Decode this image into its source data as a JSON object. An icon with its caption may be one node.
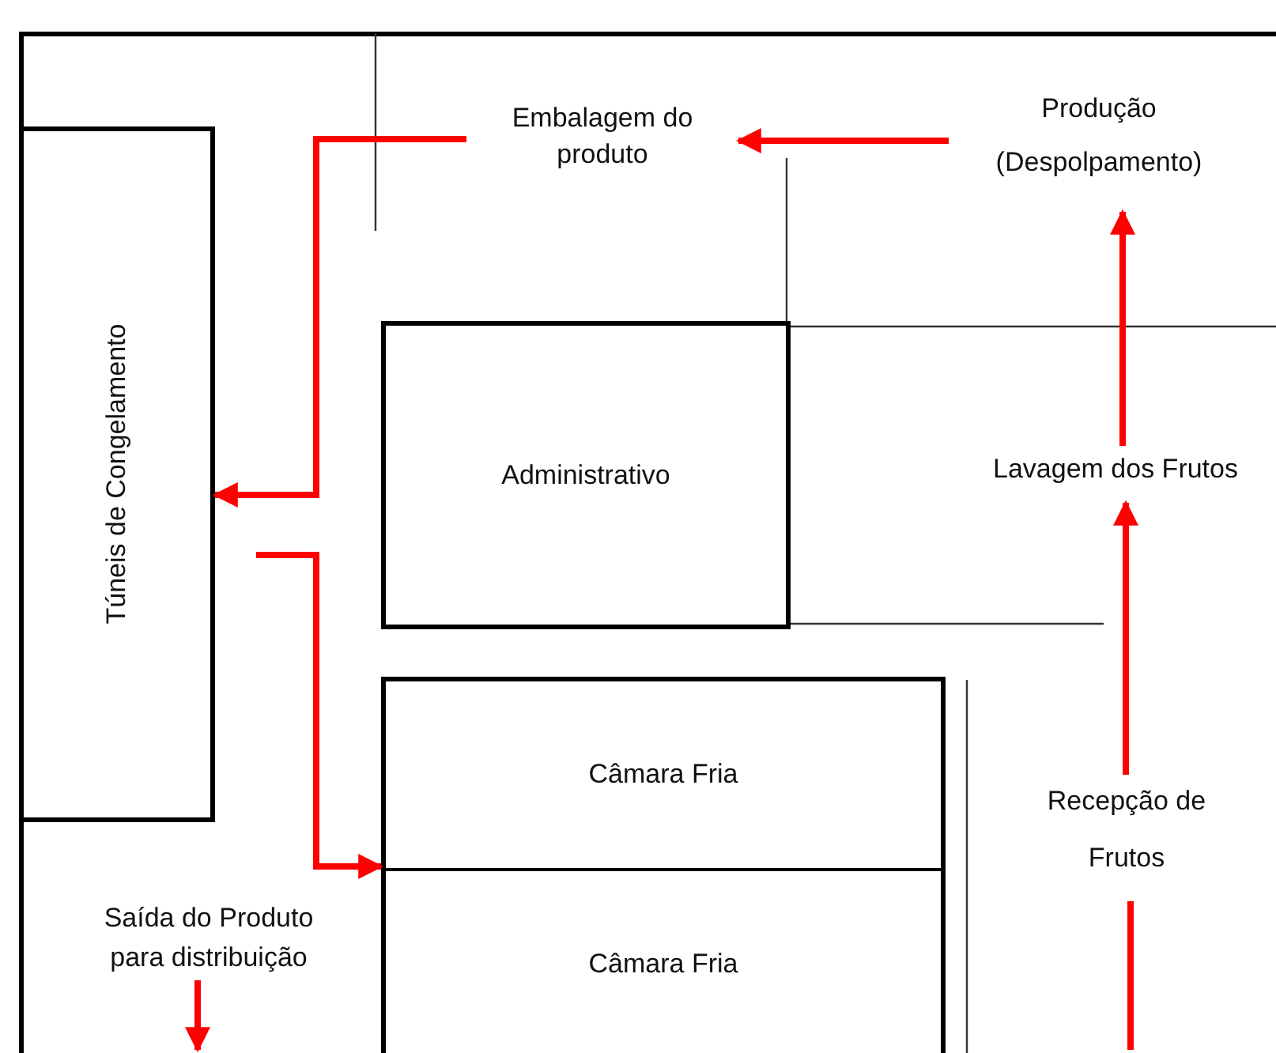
{
  "diagram": {
    "nodes": [
      {
        "text": [
          "Túneis de Congelamento"
        ]
      },
      {
        "text": [
          "Embalagem do produto"
        ]
      },
      {
        "text": [
          "Produção (Despolpamento)"
        ]
      },
      {
        "text": [
          "Administrativo"
        ]
      },
      {
        "text": [
          "Lavagem dos Frutos"
        ]
      },
      {
        "text": [
          "Câmara Fria"
        ]
      },
      {
        "text": [
          "Câmara Fria"
        ]
      },
      {
        "text": [
          "Recepção de Frutos"
        ]
      },
      {
        "text": [
          "Saída do Produto para distribuição"
        ]
      }
    ],
    "edges": [
      {
        "from": null,
        "to": 7,
        "arrow": "none"
      },
      {
        "from": 7,
        "to": 4,
        "arrow": "to"
      },
      {
        "from": 4,
        "to": 2,
        "arrow": "to"
      },
      {
        "from": 2,
        "to": 1,
        "arrow": "to"
      },
      {
        "from": 1,
        "to": 0,
        "arrow": "to"
      },
      {
        "from": 0,
        "to": 5,
        "arrow": "to"
      },
      {
        "from": 8,
        "to": null,
        "arrow": "to"
      }
    ]
  }
}
